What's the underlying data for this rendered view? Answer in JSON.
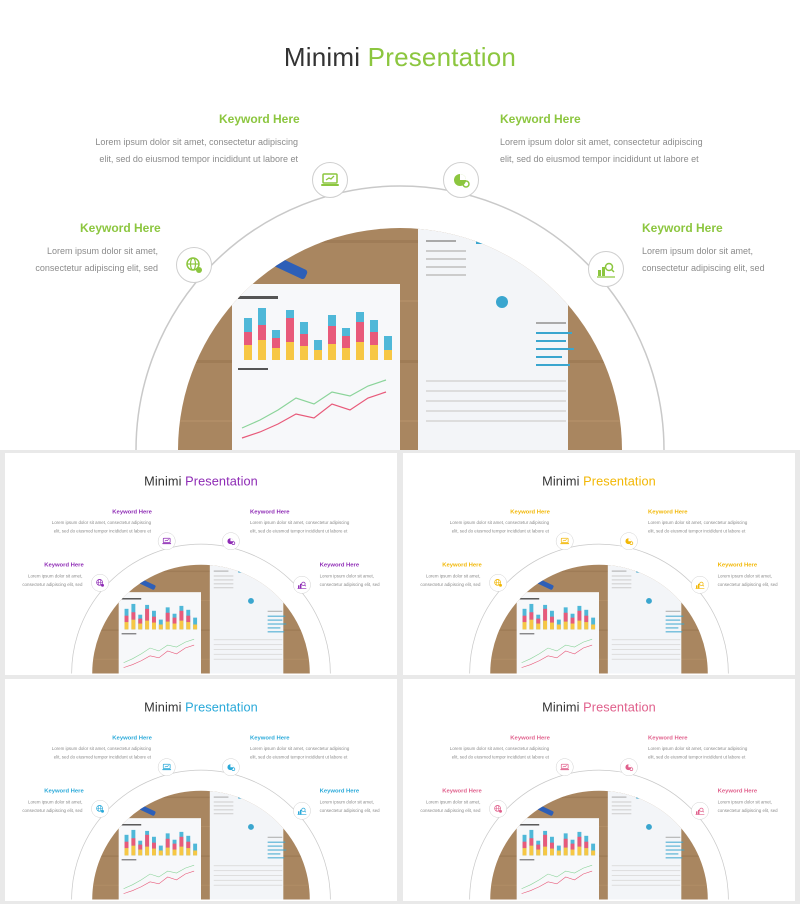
{
  "slides": [
    {
      "title_a": "Minimi",
      "title_b": "Presentation",
      "accent": "#8cc63f"
    },
    {
      "title_a": "Minimi",
      "title_b": "Presentation",
      "accent": "#8e2bb5"
    },
    {
      "title_a": "Minimi",
      "title_b": "Presentation",
      "accent": "#f2b705"
    },
    {
      "title_a": "Minimi",
      "title_b": "Presentation",
      "accent": "#29a9d9"
    },
    {
      "title_a": "Minimi",
      "title_b": "Presentation",
      "accent": "#e0608c"
    }
  ],
  "items": {
    "top_left": {
      "keyword": "Keyword Here",
      "line1": "Lorem ipsum dolor sit amet, consectetur adipiscing",
      "line2": "elit, sed do eiusmod tempor  incididunt ut labore et",
      "icon": "laptop-chart-icon"
    },
    "top_right": {
      "keyword": "Keyword Here",
      "line1": "Lorem ipsum dolor sit amet, consectetur adipiscing",
      "line2": "elit, sed do eiusmod tempor  incididunt ut labore et",
      "icon": "pie-gear-icon"
    },
    "mid_left": {
      "keyword": "Keyword Here",
      "line1": "Lorem ipsum dolor sit amet,",
      "line2": "consectetur adipiscing elit, sed",
      "icon": "globe-gear-icon"
    },
    "mid_right": {
      "keyword": "Keyword Here",
      "line1": "Lorem ipsum dolor sit amet,",
      "line2": "consectetur adipiscing elit, sed",
      "icon": "bar-search-icon"
    }
  }
}
